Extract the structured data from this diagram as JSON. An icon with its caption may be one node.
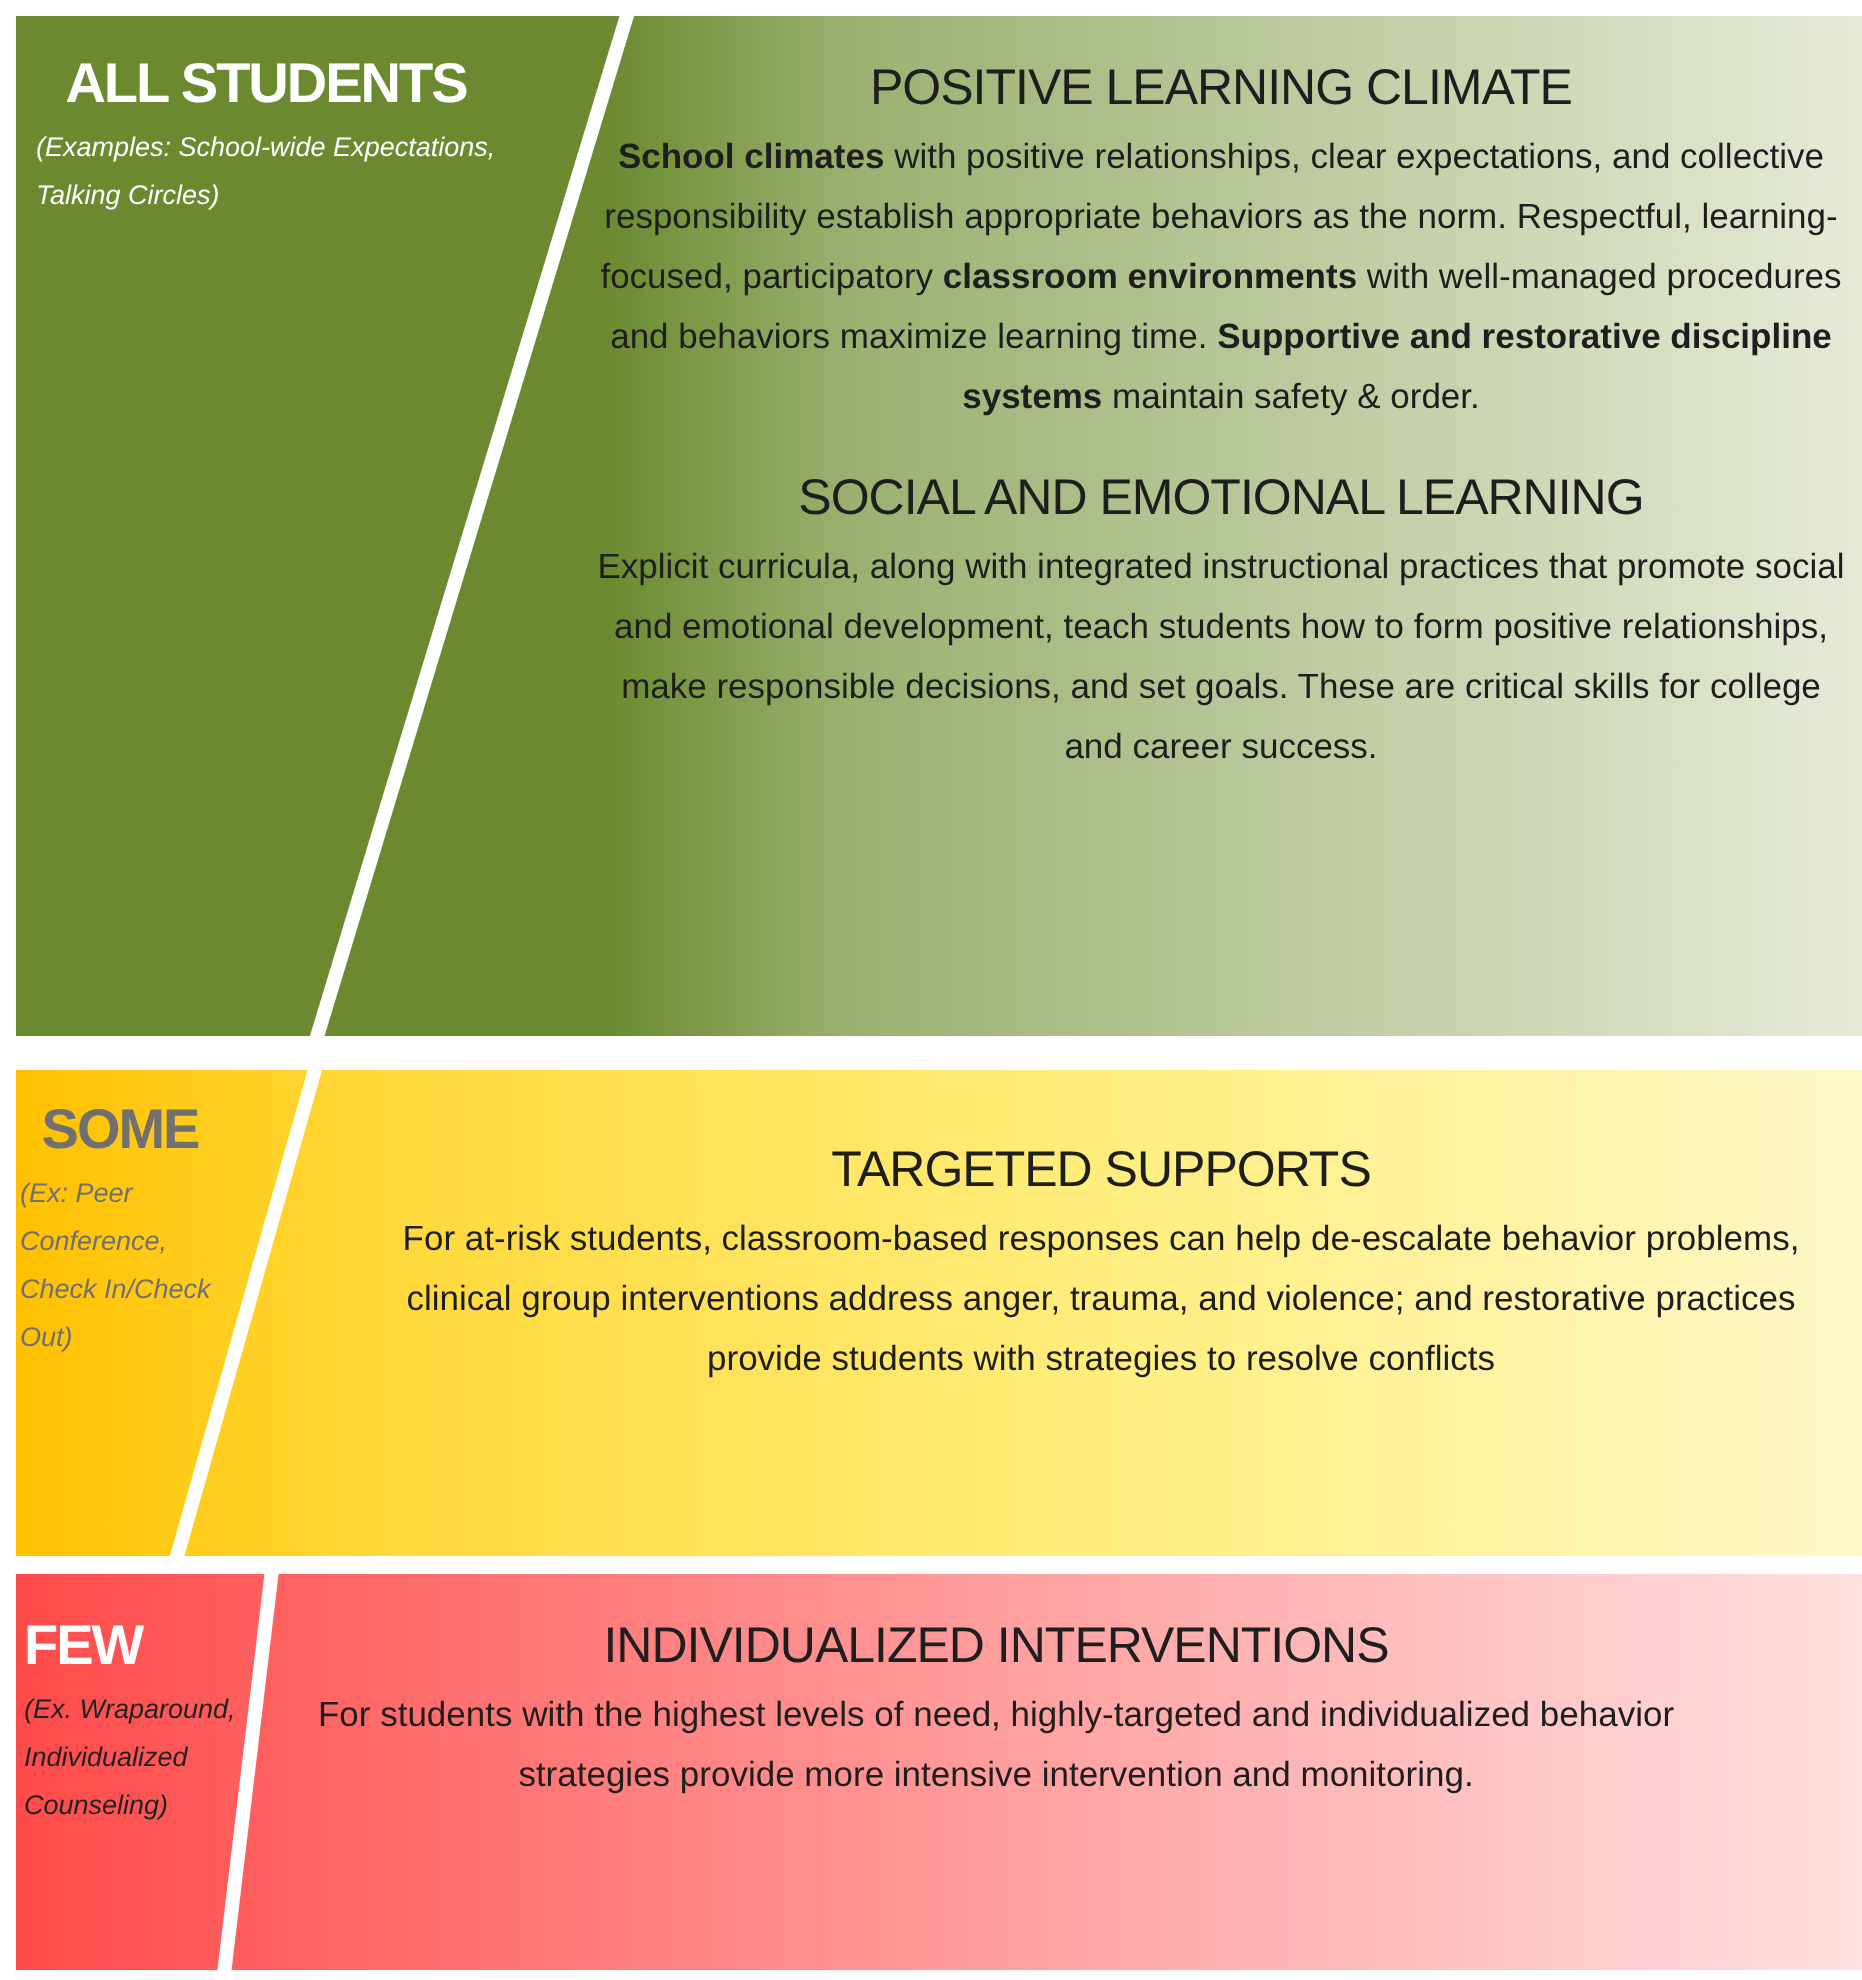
{
  "diagram": {
    "nodes": [
      {
        "text": [
          "ALL STUDENTS",
          "(Examples: School-wide Expectations, Talking Circles)",
          "POSITIVE LEARNING CLIMATE",
          "**School climates** with positive relationships, clear expectations, and collective responsibility establish appropriate behaviors as the norm. Respectful, learning-focused, participatory **classroom environments** with well-managed procedures and behaviors maximize learning time. **Supportive and restorative discipline systems** maintain safety & order.",
          "SOCIAL AND EMOTIONAL LEARNING",
          "Explicit curricula, along with integrated instructional practices that promote social and emotional development, teach students how to form positive relationships, make responsible decisions, and set goals. These are critical skills for college and career success."
        ]
      },
      {
        "text": [
          "SOME",
          "(Ex: Peer Conference, Check In/Check Out)",
          "TARGETED SUPPORTS",
          "For at-risk students, classroom-based responses can help de-escalate behavior problems, clinical group interventions address anger, trauma, and violence; and restorative practices provide students with strategies to resolve conflicts"
        ]
      },
      {
        "text": [
          "FEW",
          "(Ex. Wraparound, Individualized Counseling)",
          "INDIVIDUALIZED INTERVENTIONS",
          "For students with the highest levels of need, highly-targeted and individualized behavior strategies provide more intensive intervention and monitoring."
        ]
      }
    ]
  }
}
